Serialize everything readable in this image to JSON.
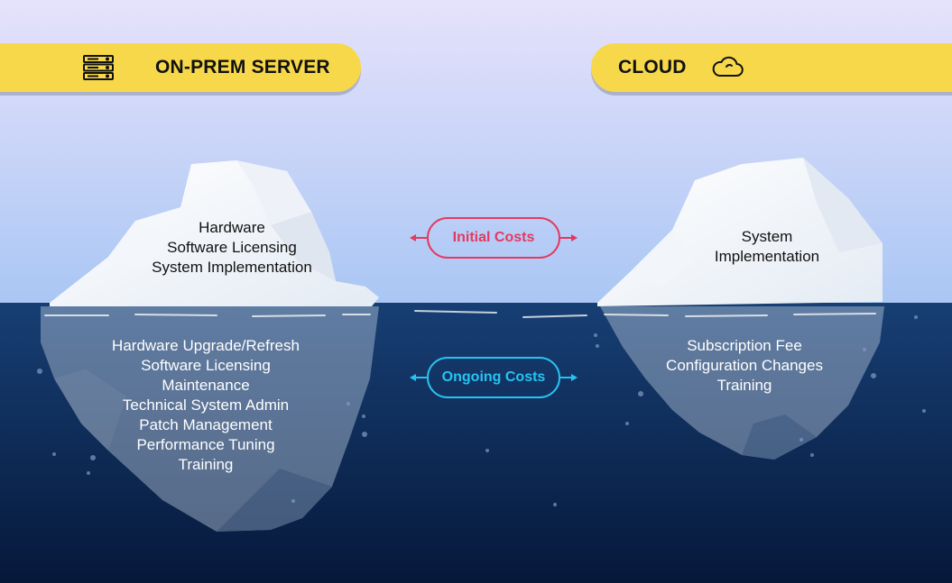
{
  "banners": {
    "on_prem": {
      "title": "ON-PREM SERVER",
      "icon": "server-icon"
    },
    "cloud": {
      "title": "CLOUD",
      "icon": "cloud-icon"
    }
  },
  "on_prem": {
    "initial_items": [
      "Hardware",
      "Software Licensing",
      "System Implementation"
    ],
    "ongoing_items": [
      "Hardware Upgrade/Refresh",
      "Software Licensing",
      "Maintenance",
      "Technical System Admin",
      "Patch Management",
      "Performance Tuning",
      "Training"
    ]
  },
  "cloud": {
    "initial_items": [
      "System",
      "Implementation"
    ],
    "ongoing_items": [
      "Subscription Fee",
      "Configuration Changes",
      "Training"
    ]
  },
  "labels": {
    "initial_costs": "Initial Costs",
    "ongoing_costs": "Ongoing Costs"
  },
  "colors": {
    "banner": "#f7d84a",
    "sky_top": "#e6e2fb",
    "sky_bottom": "#a9c6f4",
    "water_top": "#173f74",
    "water_bottom": "#06183a",
    "initial_accent": "#e5395f",
    "ongoing_accent": "#27c3f0"
  }
}
